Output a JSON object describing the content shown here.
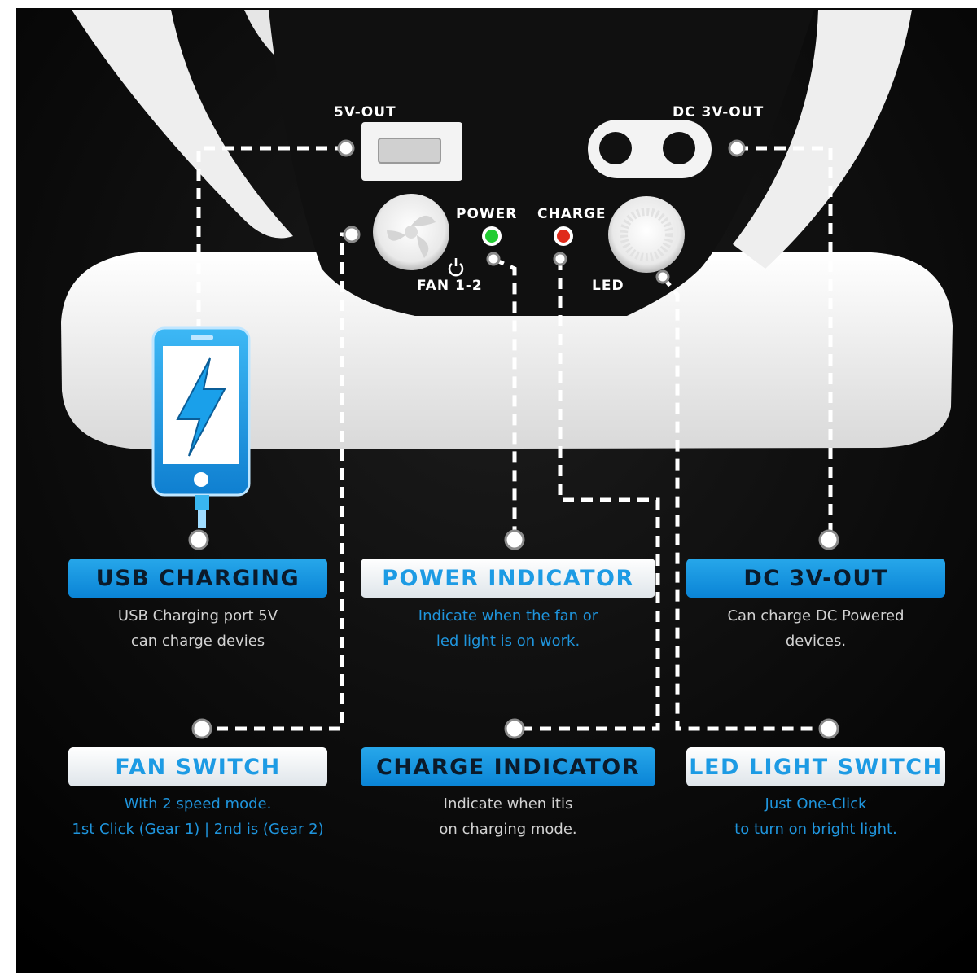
{
  "panel": {
    "usb_port_label": "5V-OUT",
    "dc_port_label": "DC 3V-OUT",
    "power_label": "POWER",
    "charge_label": "CHARGE",
    "fan_button_label": "FAN 1-2",
    "led_button_label": "LED"
  },
  "features": [
    {
      "title": "USB CHARGING",
      "lines": [
        "USB Charging port 5V",
        "can charge devies"
      ],
      "style": "blue"
    },
    {
      "title": "POWER INDICATOR",
      "lines": [
        "Indicate when the fan or",
        "led light is on work."
      ],
      "style": "white"
    },
    {
      "title": "DC 3V-OUT",
      "lines": [
        "Can charge DC Powered",
        "devices."
      ],
      "style": "blue"
    },
    {
      "title": "FAN SWITCH",
      "lines": [
        "With 2 speed mode.",
        "1st Click (Gear 1) | 2nd is (Gear 2)"
      ],
      "style": "white"
    },
    {
      "title": "CHARGE INDICATOR",
      "lines": [
        "Indicate when itis",
        "on charging mode."
      ],
      "style": "blue"
    },
    {
      "title": "LED LIGHT SWITCH",
      "lines": [
        "Just One-Click",
        "to turn on bright light."
      ],
      "style": "white"
    }
  ],
  "colors": {
    "background": "#000000",
    "accent_blue": "#1a9be6",
    "power_led": "#22cc33",
    "charge_led": "#e02a1a",
    "device_white": "#f1f1f1"
  }
}
